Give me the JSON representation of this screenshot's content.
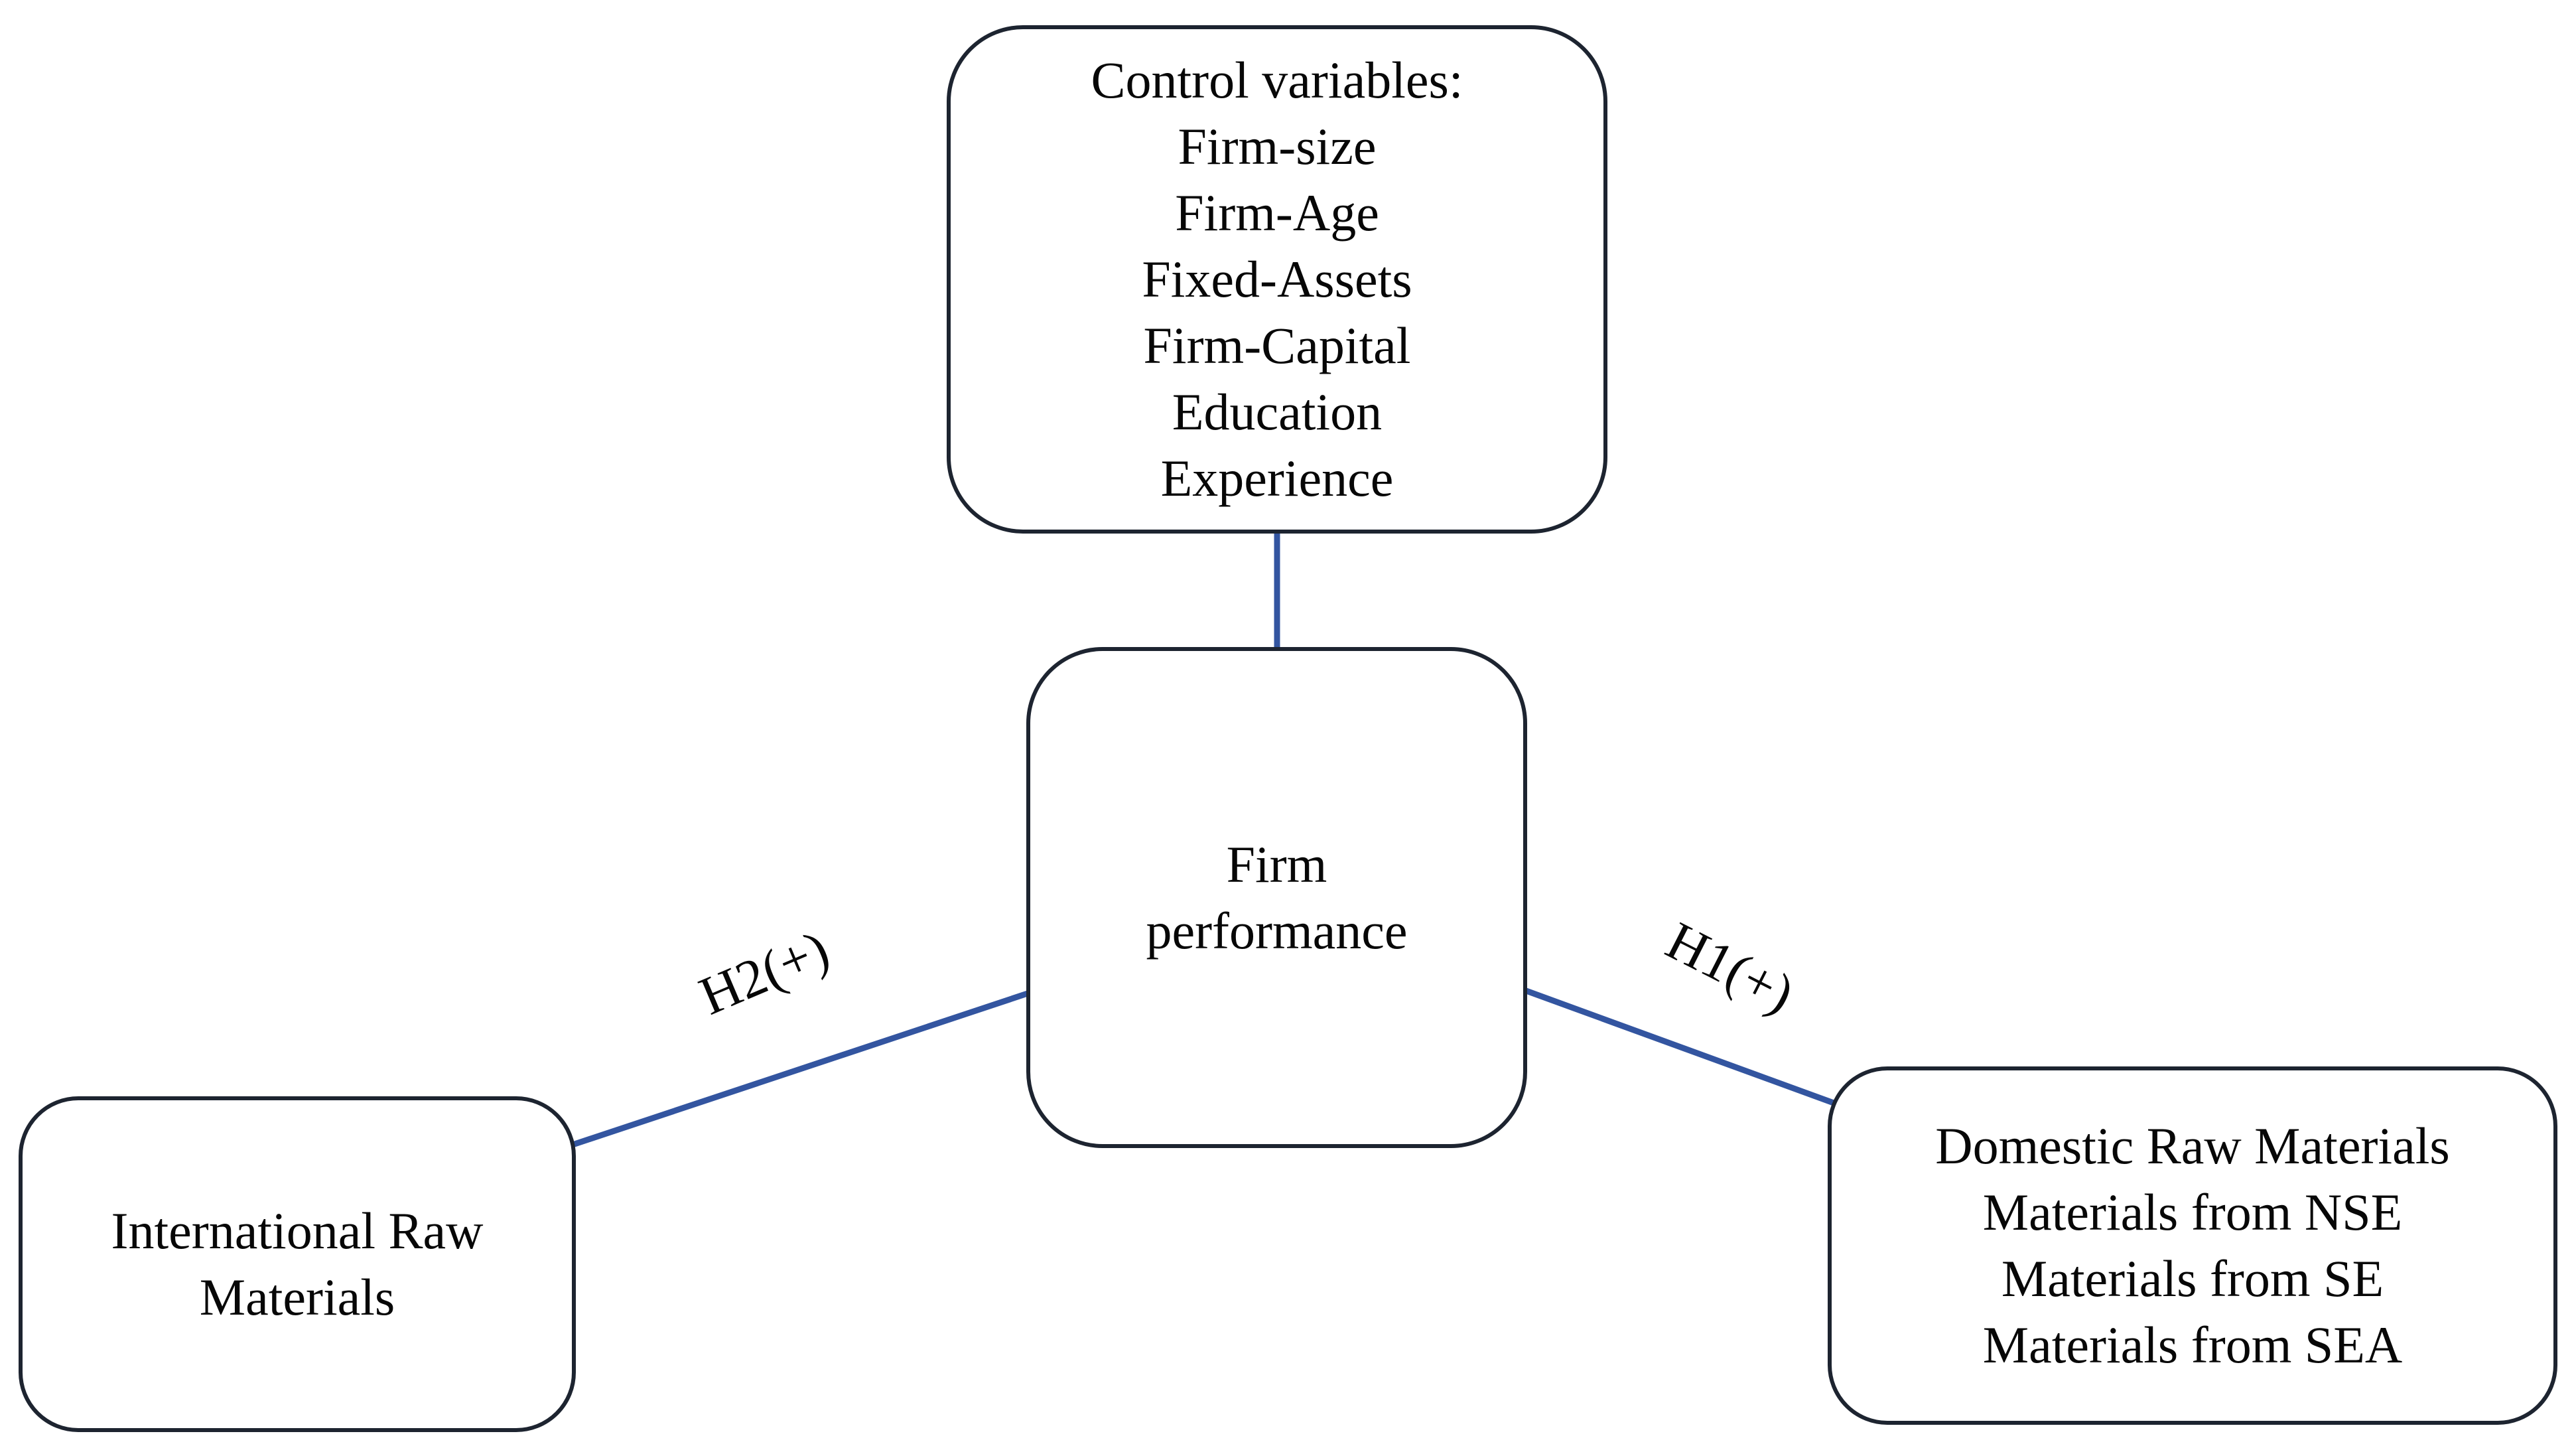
{
  "diagram": {
    "background_color": "#ffffff",
    "box_border_color": "#1d2430",
    "connector_color": "#3355a0",
    "nodes": {
      "control_variables": {
        "lines": [
          "Control variables:",
          "Firm-size",
          "Firm-Age",
          "Fixed-Assets",
          "Firm-Capital",
          "Education",
          "Experience"
        ]
      },
      "firm_performance": {
        "lines": [
          "Firm",
          "performance"
        ]
      },
      "international_raw_materials": {
        "lines": [
          "International Raw",
          "Materials"
        ]
      },
      "domestic_raw_materials": {
        "lines": [
          "Domestic Raw Materials",
          "Materials from NSE",
          "Materials from SE",
          "Materials from SEA"
        ]
      }
    },
    "edges": {
      "h2_label": "H2(+)",
      "h1_label": "H1(+)"
    }
  }
}
